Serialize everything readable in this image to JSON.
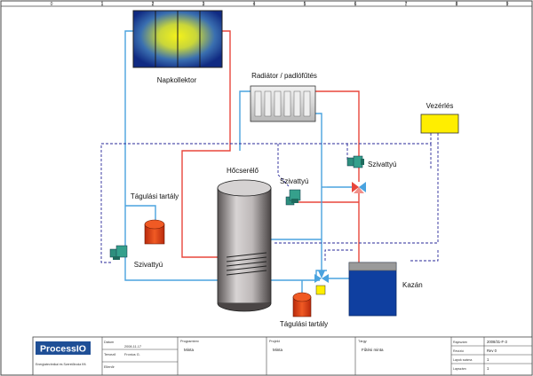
{
  "ruler": {
    "columns": [
      "0",
      "1",
      "2",
      "3",
      "4",
      "5",
      "6",
      "7",
      "8",
      "9"
    ]
  },
  "labels": {
    "collector": "Napkollektor",
    "radiator": "Radiátor / padlófűtés",
    "control": "Vezérlés",
    "heat_exchanger": "Hőcserélő",
    "pump_top": "Szivattyú",
    "pump_mid": "Szivattyú",
    "pump_left": "Szivattyú",
    "expansion_tank_left": "Tágulási tartály",
    "expansion_tank_bottom": "Tágulási tartály",
    "boiler": "Kazán"
  },
  "title_block": {
    "logo_text": "ProcessIO",
    "company": "Energiatechnikai és Szerelőiroda Kft.",
    "date_label": "Dátum",
    "date_value": "2008-11-17",
    "drawn_label": "Tervező",
    "drawn_value": "Fronius G.",
    "checked_label": "Ellenőr",
    "checked_value": "",
    "program_label": "Programterv",
    "program_value": "Minta",
    "project_label": "Projekt",
    "project_value": "Minta",
    "type_label": "Tárgy",
    "type_value": "Fűtési minta",
    "drawing_label": "Rajzszám",
    "drawing_value": "2008/31-F-3",
    "rev_label": "Revízió",
    "rev_value": "Rev 0",
    "sheet_label": "Lapok száma",
    "sheet_value": "1",
    "page_label": "Lapszám",
    "page_value": "1"
  },
  "colors": {
    "hot_pipe": "#e8463c",
    "cold_pipe": "#4aa3df",
    "control_line": "#2a2a9a",
    "boiler_blue": "#0f3fa0",
    "pump_green": "#2e8f7e",
    "tank_orange": "#e0451b",
    "control_yellow": "#ffee00"
  }
}
